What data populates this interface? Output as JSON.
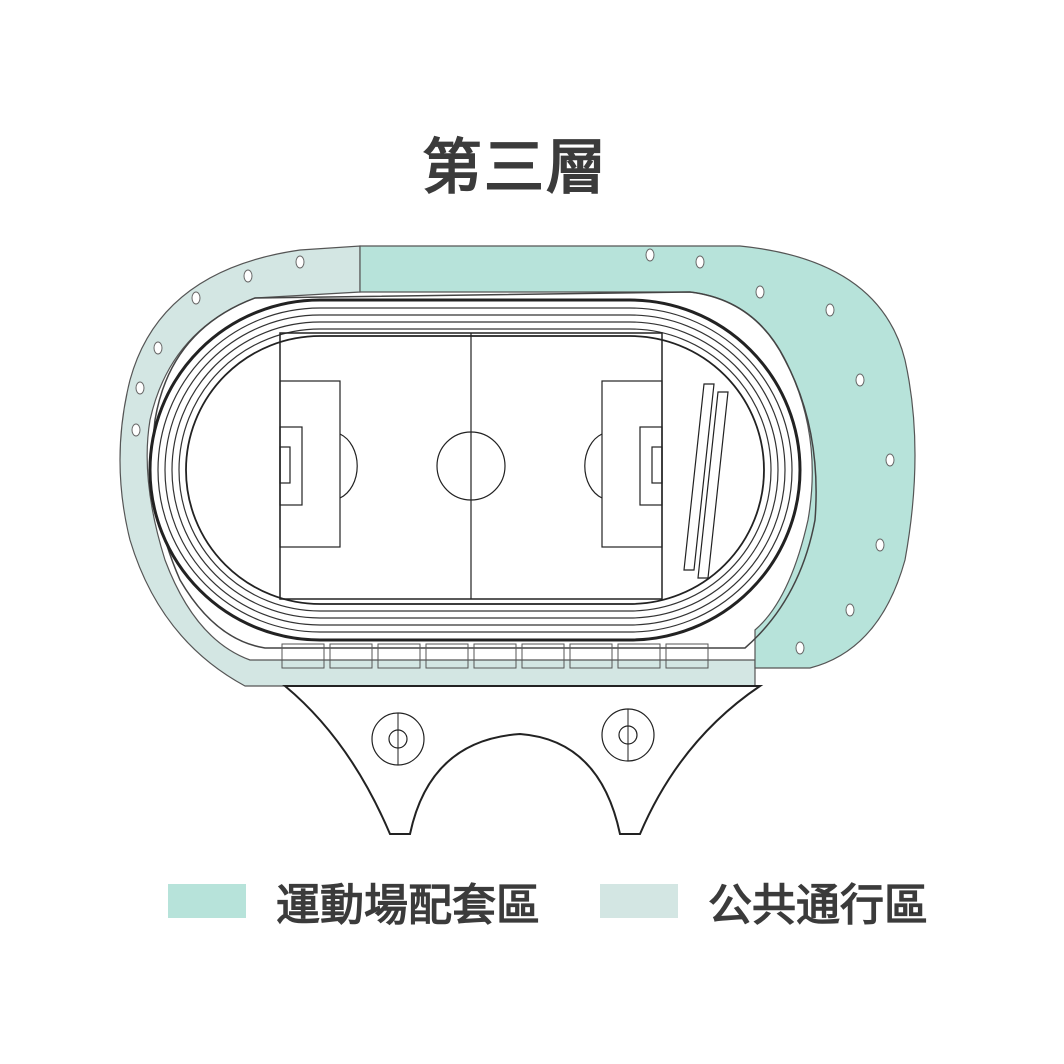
{
  "title": "第三層",
  "colors": {
    "sports_support": "#b7e3da",
    "public_circulation": "#d3e6e3",
    "line": "#333333"
  },
  "legend": [
    {
      "label": "運動場配套區",
      "color": "#b7e3da"
    },
    {
      "label": "公共通行區",
      "color": "#d3e6e3"
    }
  ]
}
